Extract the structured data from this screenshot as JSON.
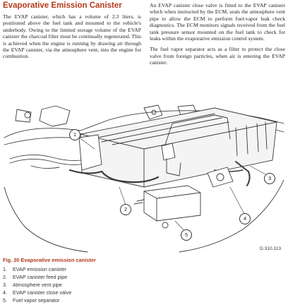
{
  "heading": "Evaporative Emission Canister",
  "left_paragraphs": [
    "The EVAP canister, which has a volume of 2.3 liters, is positioned above the fuel tank and mounted to the vehicle's underbody. Owing to the limited storage volume of the EVAP canister the charcoal filter must be continually regenerated. This is achieved when the engine is running by drawing air through the EVAP canister, via the atmosphere vent, into the engine for combustion."
  ],
  "right_paragraphs": [
    "An EVAP canister close valve is fitted to the EVAP canister which when instructed by the ECM, seals the atmosphere vent pipe to allow the ECM to perform fuel-vapor leak check diagnostics. The ECM monitors signals received from the fuel tank pressure sensor mounted on the fuel tank to check for leaks within the evaporative emission control system.",
    "The fuel vapor separator acts as a filter to protect the close valve from foreign particles, when air is entering the EVAP canister."
  ],
  "figure": {
    "callouts": [
      "1",
      "2",
      "3",
      "4",
      "5"
    ],
    "reference_code": "D.310.113"
  },
  "caption": "Fig. 20  Evaporative emission canister",
  "legend": [
    {
      "num": "1.",
      "text": "EVAP emission canister"
    },
    {
      "num": "2.",
      "text": "EVAP canister feed pipe"
    },
    {
      "num": "3.",
      "text": "Atmosphere vent pipe"
    },
    {
      "num": "4.",
      "text": "EVAP canister close valve"
    },
    {
      "num": "5.",
      "text": "Fuel vapor separator"
    }
  ],
  "colors": {
    "heading": "#b23a1c",
    "text": "#222222",
    "line": "#3a3a3a"
  }
}
